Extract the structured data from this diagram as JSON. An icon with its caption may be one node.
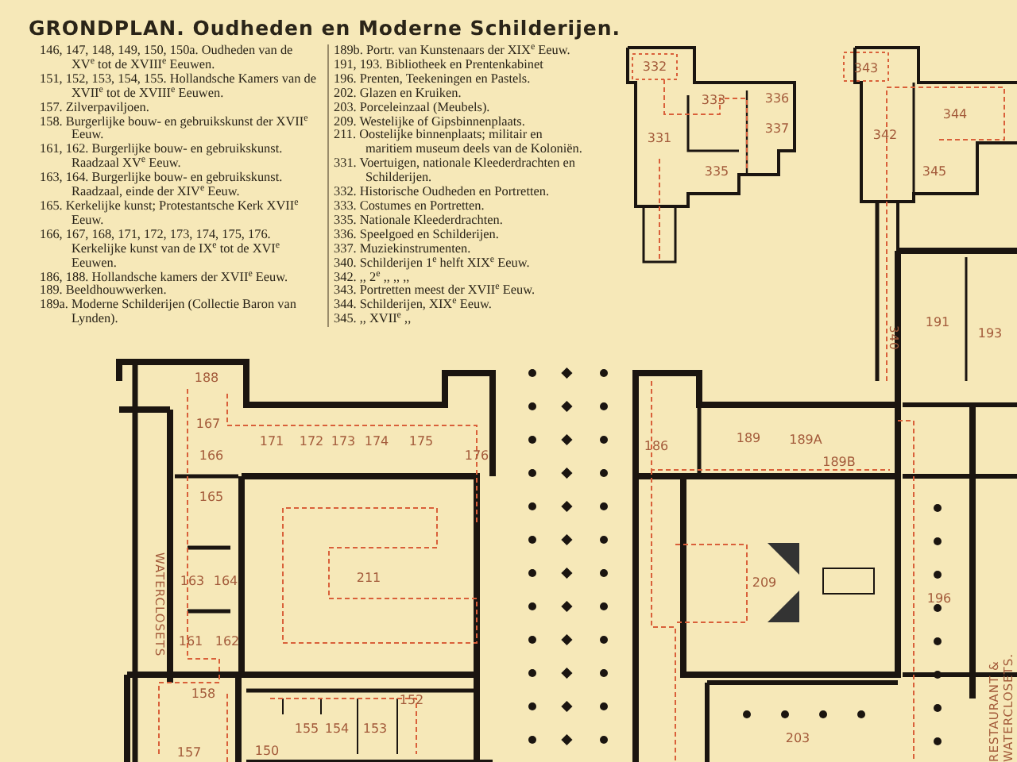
{
  "diagram": {
    "title": "GRONDPLAN. Oudheden en Moderne Schilderijen.",
    "labels": [
      "146, 147, 148, 149, 150, 150a. Oudheden van de XV$^{e}$ tot de XVIII$^{e}$ Eeuwen.",
      "151, 152, 153, 154, 155. Hollandsche Kamers van de XVII$^{e}$ tot de XVIII$^{e}$ Eeuwen.",
      "157. Zilverpaviljoen.",
      "158. Burgerlijke bouw- en gebruikskunst der XVII$^{e}$ Eeuw.",
      "161, 162. Burgerlijke bouw- en gebruikskunst. Raadzaal XV$^{e}$ Eeuw.",
      "163, 164. Burgerlijke bouw- en gebruikskunst. Raadzaal, einde der XIV$^{e}$ Eeuw.",
      "165. Kerkelijke kunst; Protestantsche Kerk XVII$^{e}$ Eeuw.",
      "166, 167, 168, 171, 172, 173, 174, 175, 176. Kerkelijke kunst van de IX$^{e}$ tot de XVI$^{e}$ Eeuwen.",
      "186, 188. Hollandsche kamers der XVII$^{e}$ Eeuw.",
      "189. Beeldhouwwerken.",
      "189a. Moderne Schilderijen (Collectie Baron van Lynden).",
      "189b. Portr. van Kunstenaars der XIX$^{e}$ Eeuw.",
      "191, 193. Bibliotheek en Prentenkabinet",
      "196. Prenten, Teekeningen en Pastels.",
      "202. Glazen en Kruiken.",
      "203. Porceleinzaal (Meubels).",
      "209. Westelijke of Gipsbinnenplaats.",
      "211. Oostelijke binnenplaats; militair en maritiem museum deels van de Koloniën.",
      "331. Voertuigen, nationale Kleederdrachten en Schilderijen.",
      "332. Historische Oudheden en Portretten.",
      "333. Costumes en Portretten.",
      "335. Nationale Kleederdrachten.",
      "336. Speelgoed en Schilderijen.",
      "337. Muziekinstrumenten.",
      "340. Schilderijen 1$^{e}$ helft XIX$^{e}$ Eeuw.",
      "342. ,, 2$^{e}$ ,, ,, ,,",
      "343. Portretten meest der XVII$^{e}$ Eeuw.",
      "344. Schilderijen, XIX$^{e}$ Eeuw.",
      "345. ,, XVII$^{e}$ ,,",
      "332",
      "333",
      "336",
      "337",
      "331",
      "335",
      "343",
      "344",
      "342",
      "345",
      "340",
      "191",
      "193",
      "188",
      "167",
      "166",
      "171",
      "172",
      "173",
      "174",
      "175",
      "176",
      "165",
      "163",
      "164",
      "211",
      "161",
      "162",
      "158",
      "152",
      "155",
      "154",
      "153",
      "157",
      "150",
      "186",
      "189",
      "189A",
      "189B",
      "209",
      "196",
      "203",
      "WATERCLOSETS",
      "RESTAURANT & WATERCLOSETS."
    ]
  }
}
